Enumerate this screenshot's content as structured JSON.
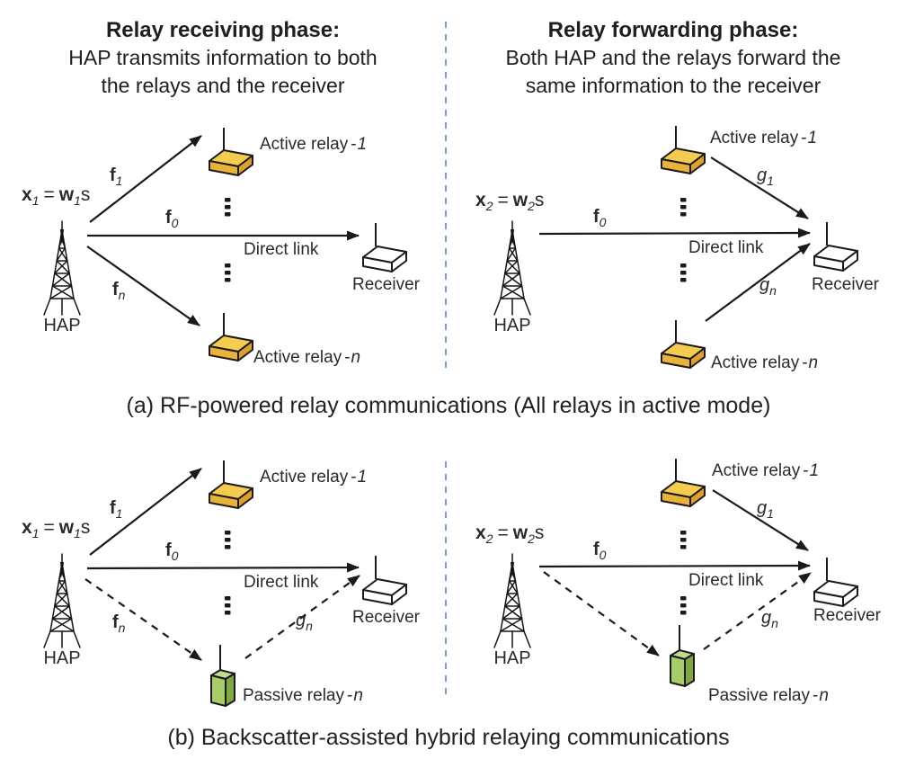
{
  "titles": {
    "left": {
      "heading": "Relay receiving phase:",
      "line1": "HAP transmits information to both",
      "line2": "the relays and the receiver"
    },
    "right": {
      "heading": "Relay forwarding phase:",
      "line1": "Both HAP and the relays forward the",
      "line2": "same information to the receiver"
    }
  },
  "captions": {
    "a": "(a) RF-powered relay communications (All relays in active mode)",
    "b": "(b) Backscatter-assisted hybrid relaying communications"
  },
  "atoms": {
    "x": "x",
    "w": "w",
    "s": "s",
    "eq": "=",
    "f": "f",
    "g": "g",
    "sub0": "0",
    "sub1": "1",
    "sub2": "2",
    "subn": "n",
    "dash": "-",
    "hap": "HAP",
    "receiver": "Receiver",
    "direct_link": "Direct link",
    "active_relay": "Active relay",
    "passive_relay": "Passive relay"
  },
  "colors": {
    "active_relay_top": "#F4CC4F",
    "active_relay_front": "#E9B23A",
    "active_relay_side": "#DDA02F",
    "passive_relay_top": "#C2DB90",
    "passive_relay_front": "#A8CC6A",
    "passive_relay_side": "#7FA844",
    "divider": "#6F9ED6",
    "line": "#1a1a1a"
  }
}
